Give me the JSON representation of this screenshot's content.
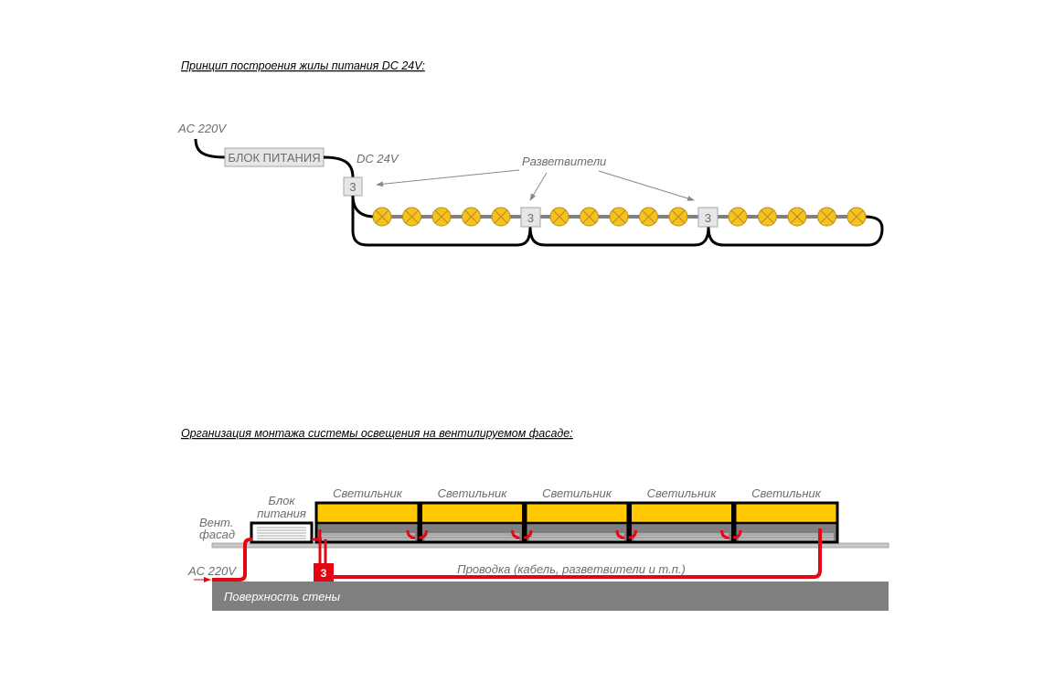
{
  "diagram1": {
    "heading": "Принцип построения жилы питания DC 24V:",
    "ac_label": "AC 220V",
    "psu_label": "БЛОК ПИТАНИЯ",
    "dc_label": "DC 24V",
    "splitters_label": "Разветвители",
    "junction_label": "3",
    "segments": [
      {
        "lamps": 5
      },
      {
        "lamps": 5
      },
      {
        "lamps": 5
      }
    ],
    "colors": {
      "lamp": "#f7c11f",
      "lamp_border": "#b38f1e",
      "cable": "#000000",
      "strip": "#7f7f7f",
      "box_fill": "#e6e6e6",
      "box_border": "#a6a6a6"
    }
  },
  "diagram2": {
    "heading": "Организация монтажа системы освещения на вентилируемом фасаде:",
    "facade_label_line1": "Вент.",
    "facade_label_line2": "фасад",
    "psu_label_line1": "Блок",
    "psu_label_line2": "питания",
    "fixture_labels": [
      "Светильник",
      "Светильник",
      "Светильник",
      "Светильник",
      "Светильник"
    ],
    "ac_label": "AC 220V",
    "wiring_label": "Проводка (кабель, разветвители и т.п.)",
    "junction_label": "3",
    "wall_label": "Поверхность стены",
    "colors": {
      "fixture_top": "#ffc800",
      "fixture_bottom": "#7f7f7f",
      "wire": "#e30613",
      "wall": "#7f7f7f",
      "rail": "#c0c0c0"
    }
  }
}
